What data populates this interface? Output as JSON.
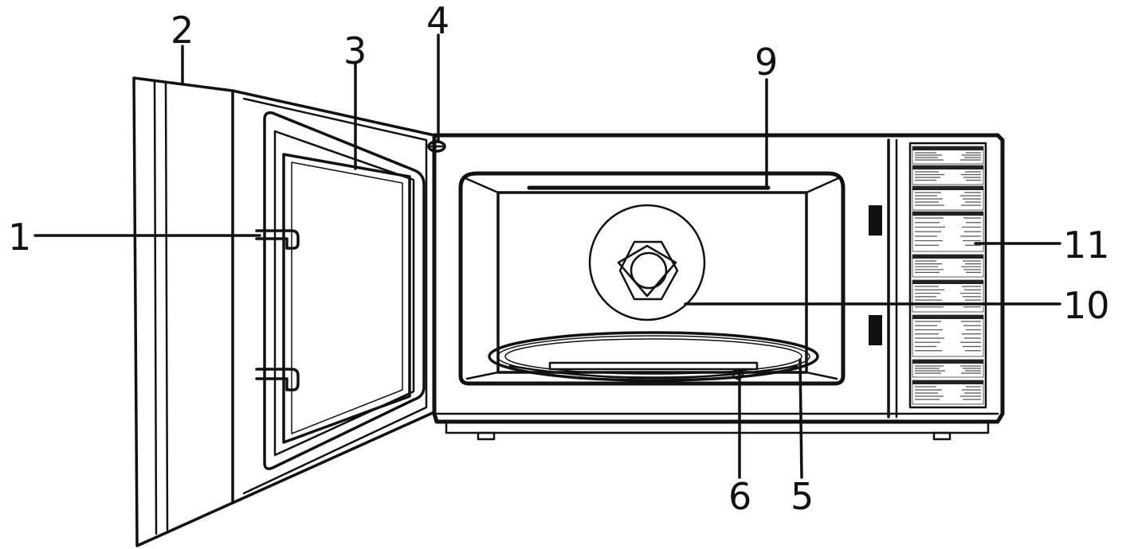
{
  "callouts": [
    {
      "id": "1",
      "label": "1"
    },
    {
      "id": "2",
      "label": "2"
    },
    {
      "id": "3",
      "label": "3"
    },
    {
      "id": "4",
      "label": "4"
    },
    {
      "id": "5",
      "label": "5"
    },
    {
      "id": "6",
      "label": "6"
    },
    {
      "id": "9",
      "label": "9"
    },
    {
      "id": "10",
      "label": "10"
    },
    {
      "id": "11",
      "label": "11"
    }
  ],
  "colors": {
    "ink": "#111111",
    "background": "#ffffff"
  }
}
